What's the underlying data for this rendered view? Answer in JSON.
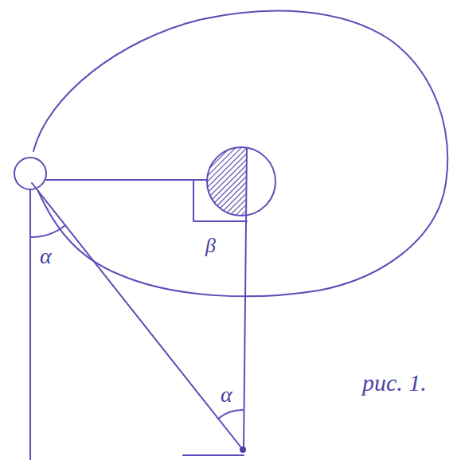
{
  "diagram": {
    "labels": [
      "α",
      "α",
      "β",
      "рис. 1."
    ]
  }
}
